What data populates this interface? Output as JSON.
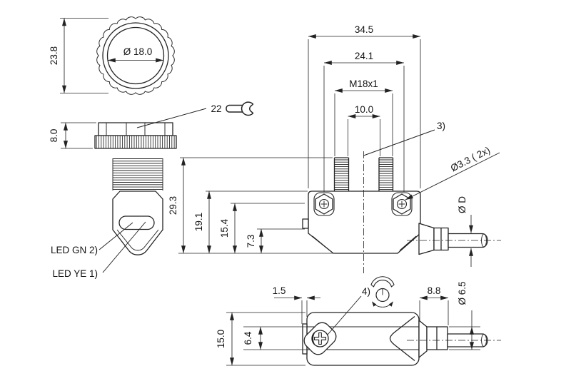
{
  "drawing": {
    "face_view": {
      "outer_height": "23.8",
      "inner_diameter": "Ø 18.0"
    },
    "nut_view": {
      "height": "8.0",
      "wrench_size": "22"
    },
    "probe_view": {
      "led_green": "LED GN 2)",
      "led_yellow": "LED YE 1)"
    },
    "top_view": {
      "overall_width": "34.5",
      "screw_spacing": "24.1",
      "thread_spec": "M18x1",
      "slot_width": "10.0",
      "note_3": "3)",
      "mounting_hole": "Ø3.3  ( 2x)",
      "cable_diameter": "Ø D",
      "total_height": "29.3",
      "body_height": "19.1",
      "screw_axis_height": "15.4",
      "tab_height": "7.3"
    },
    "side_view": {
      "tab_offset": "1.5",
      "note_4": "4)",
      "gland_length": "8.8",
      "gland_diameter": "Ø 6.5",
      "body_width": "15.0",
      "window_width": "6.4"
    }
  }
}
